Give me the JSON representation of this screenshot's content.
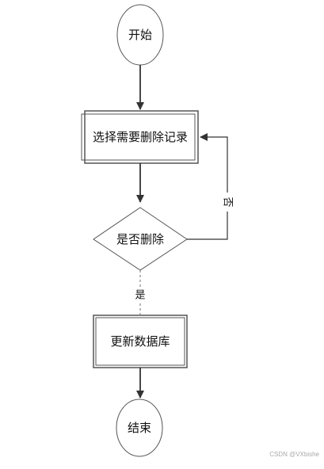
{
  "nodes": {
    "start": "开始",
    "select": "选择需要删除记录",
    "decision": "是否删除",
    "update": "更新数据库",
    "end": "结束"
  },
  "edges": {
    "no": "否",
    "yes": "是"
  },
  "watermark": "CSDN @VXbishe"
}
